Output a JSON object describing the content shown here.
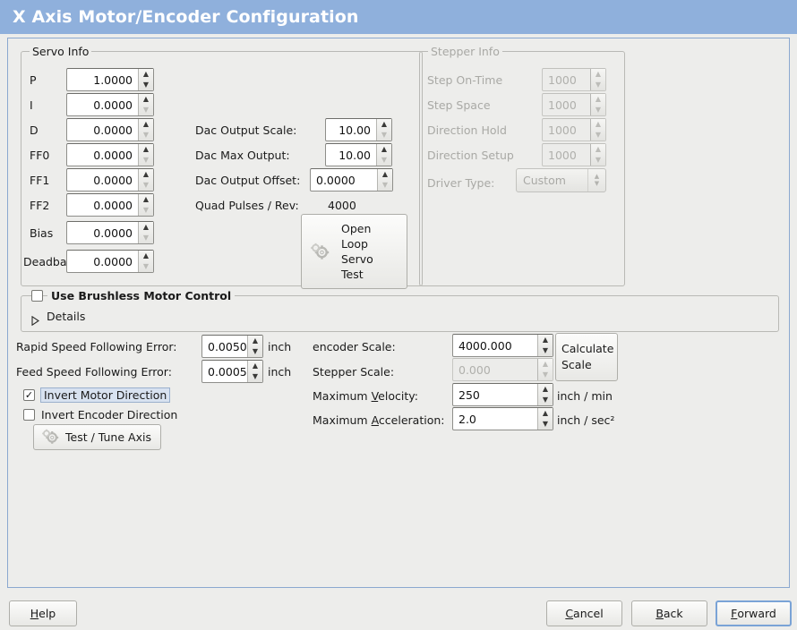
{
  "window": {
    "title": "X Axis Motor/Encoder Configuration",
    "title_bg": "#8fb0dc",
    "panel_border": "#8ba8cf"
  },
  "servo_info": {
    "legend": "Servo Info",
    "rows": [
      {
        "label": "P",
        "value": "1.0000"
      },
      {
        "label": "I",
        "value": "0.0000"
      },
      {
        "label": "D",
        "value": "0.0000"
      },
      {
        "label": "FF0",
        "value": "0.0000"
      },
      {
        "label": "FF1",
        "value": "0.0000"
      },
      {
        "label": "FF2",
        "value": "0.0000"
      },
      {
        "label": "Bias",
        "value": "0.0000"
      },
      {
        "label": "Deadband",
        "value": "0.0000"
      }
    ],
    "dac_output_scale_label": "Dac Output Scale:",
    "dac_output_scale_value": "10.00",
    "dac_max_output_label": "Dac Max Output:",
    "dac_max_output_value": "10.00",
    "dac_output_offset_label": "Dac Output Offset:",
    "dac_output_offset_value": "0.0000",
    "quad_pulses_label": "Quad Pulses / Rev:",
    "quad_pulses_value": "4000",
    "open_loop_button": "Open\nLoop\nServo\nTest",
    "open_loop_lines": [
      "Open",
      "Loop",
      "Servo",
      "Test"
    ]
  },
  "stepper_info": {
    "legend": "Stepper Info",
    "disabled": true,
    "rows": [
      {
        "label": "Step On-Time",
        "value": "1000"
      },
      {
        "label": "Step Space",
        "value": "1000"
      },
      {
        "label": "Direction Hold",
        "value": "1000"
      },
      {
        "label": "Direction Setup",
        "value": "1000"
      }
    ],
    "driver_type_label": "Driver Type:",
    "driver_type_value": "Custom"
  },
  "brushless": {
    "checkbox_label": "Use Brushless Motor Control",
    "checked": false,
    "details_label": "Details",
    "details_expanded": false
  },
  "errors": {
    "rapid_label": "Rapid Speed Following Error:",
    "rapid_value": "0.0050",
    "rapid_unit": "inch",
    "feed_label": "Feed Speed Following Error:",
    "feed_value": "0.0005",
    "feed_unit": "inch"
  },
  "invert": {
    "motor_label": "Invert Motor Direction",
    "motor_checked": true,
    "motor_selected": true,
    "encoder_label": "Invert Encoder Direction",
    "encoder_checked": false
  },
  "test_tune_button": "Test / Tune Axis",
  "scales": {
    "encoder_label": "encoder Scale:",
    "encoder_value": "4000.000",
    "stepper_label": "Stepper Scale:",
    "stepper_value": "0.000",
    "stepper_disabled": true,
    "calculate_button_lines": [
      "Calculate",
      "Scale"
    ],
    "max_velocity_label_pre": "Maximum ",
    "max_velocity_label_key": "V",
    "max_velocity_label_post": "elocity:",
    "max_velocity_value": "250",
    "max_velocity_unit": "inch / min",
    "max_accel_label_pre": "Maximum ",
    "max_accel_label_key": "A",
    "max_accel_label_post": "cceleration:",
    "max_accel_value": "2.0",
    "max_accel_unit": "inch / sec²"
  },
  "footer": {
    "help_pre": "",
    "help_key": "H",
    "help_post": "elp",
    "cancel_pre": "",
    "cancel_key": "C",
    "cancel_post": "ancel",
    "back_pre": "",
    "back_key": "B",
    "back_post": "ack",
    "forward_pre": "",
    "forward_key": "F",
    "forward_post": "orward",
    "forward_focused": true
  }
}
